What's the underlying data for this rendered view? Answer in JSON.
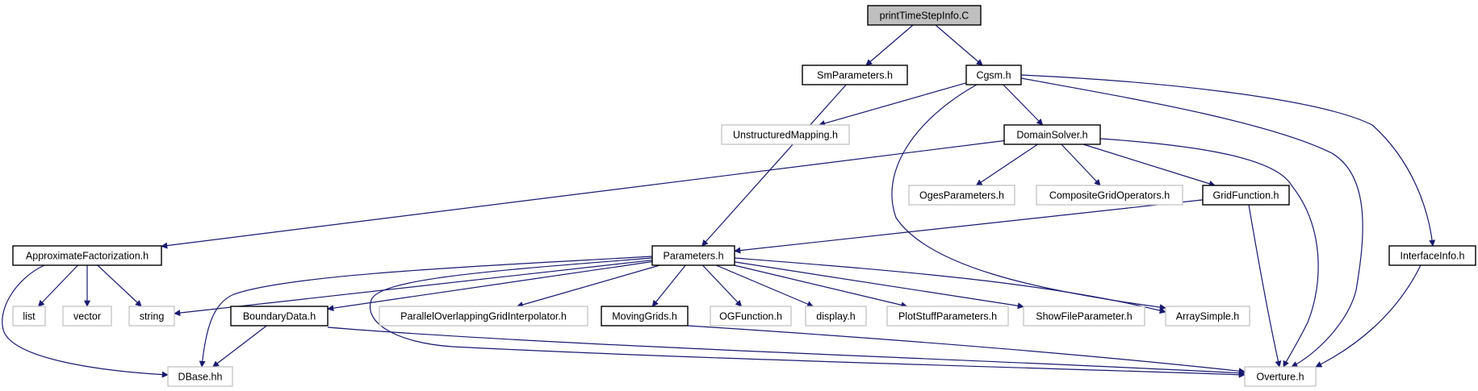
{
  "colors": {
    "edge": "#191970",
    "root_fill": "#bfbfbf",
    "documented_border": "#000000",
    "external_border": "#bfbfbf"
  },
  "nodes": [
    {
      "id": "root",
      "label": "printTimeStepInfo.C",
      "kind": "root"
    },
    {
      "id": "smparam",
      "label": "SmParameters.h",
      "kind": "documented"
    },
    {
      "id": "cgsm",
      "label": "Cgsm.h",
      "kind": "documented"
    },
    {
      "id": "unstruct",
      "label": "UnstructuredMapping.h",
      "kind": "external"
    },
    {
      "id": "domain",
      "label": "DomainSolver.h",
      "kind": "documented"
    },
    {
      "id": "oges",
      "label": "OgesParameters.h",
      "kind": "external"
    },
    {
      "id": "cgops",
      "label": "CompositeGridOperators.h",
      "kind": "external"
    },
    {
      "id": "gridfunc",
      "label": "GridFunction.h",
      "kind": "documented"
    },
    {
      "id": "approx",
      "label": "ApproximateFactorization.h",
      "kind": "documented"
    },
    {
      "id": "params",
      "label": "Parameters.h",
      "kind": "documented"
    },
    {
      "id": "iface",
      "label": "InterfaceInfo.h",
      "kind": "documented"
    },
    {
      "id": "list",
      "label": "list",
      "kind": "external"
    },
    {
      "id": "vector",
      "label": "vector",
      "kind": "external"
    },
    {
      "id": "string",
      "label": "string",
      "kind": "external"
    },
    {
      "id": "bdata",
      "label": "BoundaryData.h",
      "kind": "documented"
    },
    {
      "id": "pogi",
      "label": "ParallelOverlappingGridInterpolator.h",
      "kind": "external"
    },
    {
      "id": "moving",
      "label": "MovingGrids.h",
      "kind": "documented"
    },
    {
      "id": "ogfunc",
      "label": "OGFunction.h",
      "kind": "external"
    },
    {
      "id": "display",
      "label": "display.h",
      "kind": "external"
    },
    {
      "id": "plotstuff",
      "label": "PlotStuffParameters.h",
      "kind": "external"
    },
    {
      "id": "showfile",
      "label": "ShowFileParameter.h",
      "kind": "external"
    },
    {
      "id": "arraysimple",
      "label": "ArraySimple.h",
      "kind": "external"
    },
    {
      "id": "dbase",
      "label": "DBase.hh",
      "kind": "external"
    },
    {
      "id": "overture",
      "label": "Overture.h",
      "kind": "external"
    }
  ],
  "edges": [
    [
      "root",
      "smparam"
    ],
    [
      "root",
      "cgsm"
    ],
    [
      "smparam",
      "params"
    ],
    [
      "cgsm",
      "unstruct"
    ],
    [
      "cgsm",
      "domain"
    ],
    [
      "cgsm",
      "arraysimple"
    ],
    [
      "cgsm",
      "overture"
    ],
    [
      "cgsm",
      "iface"
    ],
    [
      "domain",
      "approx"
    ],
    [
      "domain",
      "oges"
    ],
    [
      "domain",
      "cgops"
    ],
    [
      "domain",
      "gridfunc"
    ],
    [
      "domain",
      "overture"
    ],
    [
      "gridfunc",
      "params"
    ],
    [
      "gridfunc",
      "overture"
    ],
    [
      "iface",
      "overture"
    ],
    [
      "approx",
      "list"
    ],
    [
      "approx",
      "vector"
    ],
    [
      "approx",
      "string"
    ],
    [
      "approx",
      "dbase"
    ],
    [
      "params",
      "string"
    ],
    [
      "params",
      "bdata"
    ],
    [
      "params",
      "dbase"
    ],
    [
      "params",
      "overture"
    ],
    [
      "params",
      "pogi"
    ],
    [
      "params",
      "moving"
    ],
    [
      "params",
      "ogfunc"
    ],
    [
      "params",
      "display"
    ],
    [
      "params",
      "plotstuff"
    ],
    [
      "params",
      "showfile"
    ],
    [
      "params",
      "arraysimple"
    ],
    [
      "bdata",
      "dbase"
    ],
    [
      "bdata",
      "overture"
    ],
    [
      "moving",
      "overture"
    ]
  ]
}
